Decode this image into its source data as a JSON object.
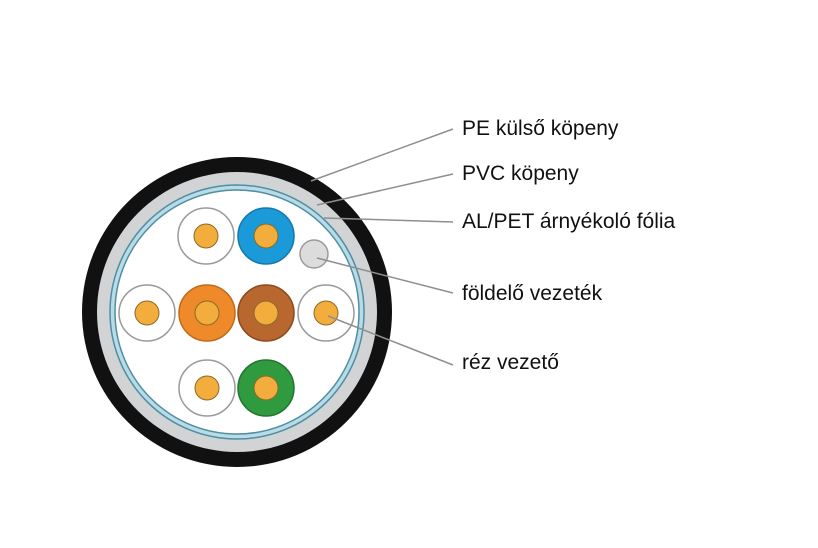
{
  "labels": {
    "pe_outer_jacket": "PE külső köpeny",
    "pvc_jacket": "PVC köpeny",
    "al_pet_foil": "AL/PET árnyékoló fólia",
    "drain_wire": "földelő vezeték",
    "copper_conductor": "réz vezető"
  },
  "colors": {
    "outer_jacket": "#111111",
    "pvc_jacket": "#d2d3d5",
    "foil": "#b9dbe6",
    "foil_line": "#4f8ea3",
    "leader_line": "#8f8f8f",
    "copper": "#f2ad3c",
    "insulation_white": "#ffffff",
    "insulation_blue": "#1a9ad8",
    "insulation_orange": "#ef8a2b",
    "insulation_brown": "#b8672f",
    "insulation_green": "#2f9a3e",
    "drain_wire": "#dcdcdc"
  }
}
